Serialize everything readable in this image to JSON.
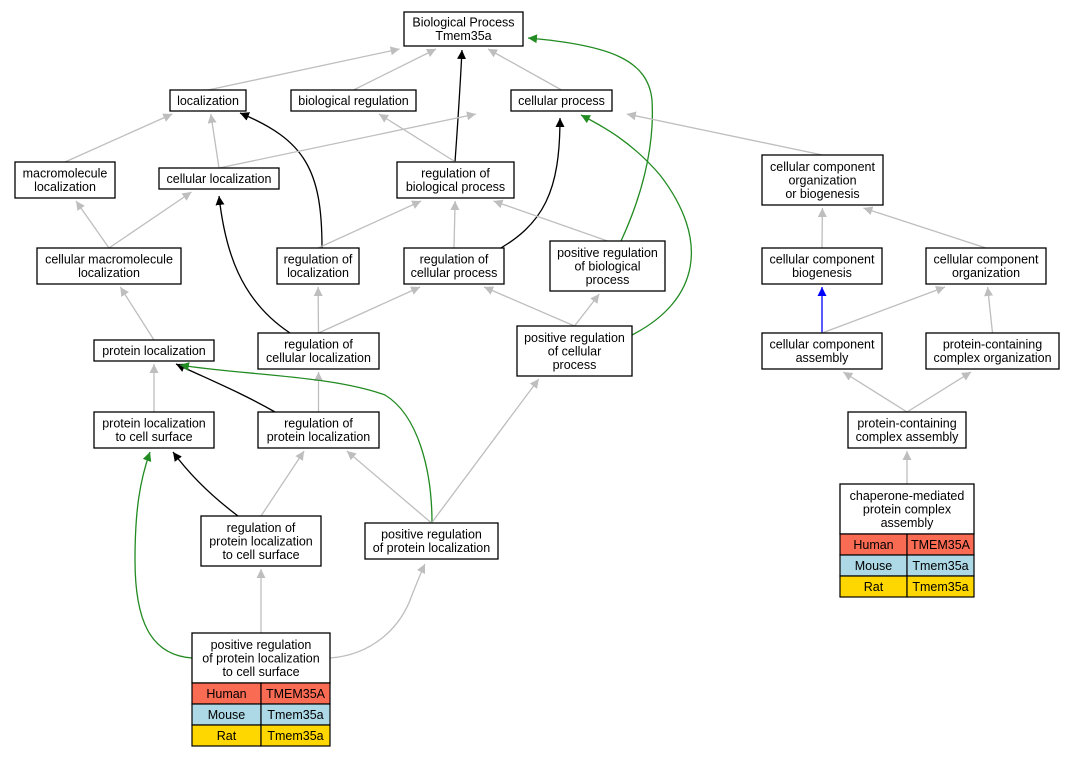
{
  "colors": {
    "edge_is_a": "#bebebe",
    "edge_regulates": "#000000",
    "edge_positively_regulates": "#228b22",
    "edge_part_of": "#0000ff",
    "human": "#fa6b54",
    "mouse": "#add8e6",
    "rat": "#ffd700"
  },
  "nodes": {
    "root": [
      "Biological Process",
      "Tmem35a"
    ],
    "localization": [
      "localization"
    ],
    "biological_regulation": [
      "biological regulation"
    ],
    "cellular_process": [
      "cellular process"
    ],
    "macromolecule_localization": [
      "macromolecule",
      "localization"
    ],
    "cellular_localization": [
      "cellular localization"
    ],
    "regulation_of_biological_process": [
      "regulation of",
      "biological process"
    ],
    "cellular_component_org_or_biogenesis": [
      "cellular component",
      "organization",
      "or biogenesis"
    ],
    "cellular_macromolecule_localization": [
      "cellular macromolecule",
      "localization"
    ],
    "regulation_of_localization": [
      "regulation of",
      "localization"
    ],
    "regulation_of_cellular_process": [
      "regulation of",
      "cellular process"
    ],
    "positive_regulation_of_biological_process": [
      "positive regulation",
      "of biological",
      "process"
    ],
    "cellular_component_biogenesis": [
      "cellular component",
      "biogenesis"
    ],
    "cellular_component_organization": [
      "cellular component",
      "organization"
    ],
    "protein_localization": [
      "protein localization"
    ],
    "regulation_of_cellular_localization": [
      "regulation of",
      "cellular localization"
    ],
    "positive_regulation_of_cellular_process": [
      "positive regulation",
      "of cellular",
      "process"
    ],
    "cellular_component_assembly": [
      "cellular component",
      "assembly"
    ],
    "protein_containing_complex_organization": [
      "protein-containing",
      "complex organization"
    ],
    "protein_localization_to_cell_surface": [
      "protein localization",
      "to cell surface"
    ],
    "regulation_of_protein_localization": [
      "regulation of",
      "protein localization"
    ],
    "protein_containing_complex_assembly": [
      "protein-containing",
      "complex assembly"
    ],
    "regulation_of_protein_localization_to_cell_surface": [
      "regulation of",
      "protein localization",
      "to cell surface"
    ],
    "positive_regulation_of_protein_localization": [
      "positive regulation",
      "of protein localization"
    ],
    "positive_regulation_of_protein_localization_to_cell_surface": [
      "positive regulation",
      "of protein localization",
      "to cell surface"
    ],
    "chaperone_mediated_protein_complex_assembly": [
      "chaperone-mediated",
      "protein complex",
      "assembly"
    ]
  },
  "gene_tables": {
    "positive_regulation_of_protein_localization_to_cell_surface": [
      {
        "species": "Human",
        "gene": "TMEM35A"
      },
      {
        "species": "Mouse",
        "gene": "Tmem35a"
      },
      {
        "species": "Rat",
        "gene": "Tmem35a"
      }
    ],
    "chaperone_mediated_protein_complex_assembly": [
      {
        "species": "Human",
        "gene": "TMEM35A"
      },
      {
        "species": "Mouse",
        "gene": "Tmem35a"
      },
      {
        "species": "Rat",
        "gene": "Tmem35a"
      }
    ]
  },
  "edges": [
    {
      "from": "localization",
      "to": "root",
      "type": "is_a"
    },
    {
      "from": "biological_regulation",
      "to": "root",
      "type": "is_a"
    },
    {
      "from": "cellular_process",
      "to": "root",
      "type": "is_a"
    },
    {
      "from": "regulation_of_biological_process",
      "to": "root",
      "type": "regulates"
    },
    {
      "from": "positive_regulation_of_biological_process",
      "to": "root",
      "type": "positively_regulates"
    },
    {
      "from": "macromolecule_localization",
      "to": "localization",
      "type": "is_a"
    },
    {
      "from": "cellular_localization",
      "to": "localization",
      "type": "is_a"
    },
    {
      "from": "regulation_of_localization",
      "to": "localization",
      "type": "regulates"
    },
    {
      "from": "regulation_of_biological_process",
      "to": "biological_regulation",
      "type": "is_a"
    },
    {
      "from": "cellular_localization",
      "to": "cellular_process",
      "type": "is_a"
    },
    {
      "from": "regulation_of_cellular_process",
      "to": "cellular_process",
      "type": "regulates"
    },
    {
      "from": "positive_regulation_of_cellular_process",
      "to": "cellular_process",
      "type": "positively_regulates"
    },
    {
      "from": "cellular_component_org_or_biogenesis",
      "to": "cellular_process",
      "type": "is_a"
    },
    {
      "from": "cellular_macromolecule_localization",
      "to": "macromolecule_localization",
      "type": "is_a"
    },
    {
      "from": "cellular_macromolecule_localization",
      "to": "cellular_localization",
      "type": "is_a"
    },
    {
      "from": "regulation_of_localization",
      "to": "regulation_of_biological_process",
      "type": "is_a"
    },
    {
      "from": "regulation_of_cellular_process",
      "to": "regulation_of_biological_process",
      "type": "is_a"
    },
    {
      "from": "positive_regulation_of_biological_process",
      "to": "regulation_of_biological_process",
      "type": "is_a"
    },
    {
      "from": "cellular_component_biogenesis",
      "to": "cellular_component_org_or_biogenesis",
      "type": "is_a"
    },
    {
      "from": "cellular_component_organization",
      "to": "cellular_component_org_or_biogenesis",
      "type": "is_a"
    },
    {
      "from": "protein_localization",
      "to": "cellular_macromolecule_localization",
      "type": "is_a"
    },
    {
      "from": "regulation_of_cellular_localization",
      "to": "cellular_localization",
      "type": "regulates"
    },
    {
      "from": "regulation_of_cellular_localization",
      "to": "regulation_of_localization",
      "type": "is_a"
    },
    {
      "from": "regulation_of_cellular_localization",
      "to": "regulation_of_cellular_process",
      "type": "is_a"
    },
    {
      "from": "positive_regulation_of_cellular_process",
      "to": "regulation_of_cellular_process",
      "type": "is_a"
    },
    {
      "from": "positive_regulation_of_cellular_process",
      "to": "positive_regulation_of_biological_process",
      "type": "is_a"
    },
    {
      "from": "cellular_component_assembly",
      "to": "cellular_component_biogenesis",
      "type": "part_of"
    },
    {
      "from": "cellular_component_assembly",
      "to": "cellular_component_organization",
      "type": "is_a"
    },
    {
      "from": "protein_containing_complex_organization",
      "to": "cellular_component_organization",
      "type": "is_a"
    },
    {
      "from": "protein_localization_to_cell_surface",
      "to": "protein_localization",
      "type": "is_a"
    },
    {
      "from": "regulation_of_protein_localization",
      "to": "protein_localization",
      "type": "regulates"
    },
    {
      "from": "regulation_of_protein_localization",
      "to": "regulation_of_cellular_localization",
      "type": "is_a"
    },
    {
      "from": "positive_regulation_of_protein_localization",
      "to": "protein_localization",
      "type": "positively_regulates"
    },
    {
      "from": "positive_regulation_of_protein_localization",
      "to": "regulation_of_protein_localization",
      "type": "is_a"
    },
    {
      "from": "positive_regulation_of_protein_localization",
      "to": "positive_regulation_of_cellular_process",
      "type": "is_a"
    },
    {
      "from": "protein_containing_complex_assembly",
      "to": "cellular_component_assembly",
      "type": "is_a"
    },
    {
      "from": "protein_containing_complex_assembly",
      "to": "protein_containing_complex_organization",
      "type": "is_a"
    },
    {
      "from": "regulation_of_protein_localization_to_cell_surface",
      "to": "protein_localization_to_cell_surface",
      "type": "regulates"
    },
    {
      "from": "regulation_of_protein_localization_to_cell_surface",
      "to": "regulation_of_protein_localization",
      "type": "is_a"
    },
    {
      "from": "positive_regulation_of_protein_localization_to_cell_surface",
      "to": "protein_localization_to_cell_surface",
      "type": "positively_regulates"
    },
    {
      "from": "positive_regulation_of_protein_localization_to_cell_surface",
      "to": "regulation_of_protein_localization_to_cell_surface",
      "type": "is_a"
    },
    {
      "from": "positive_regulation_of_protein_localization_to_cell_surface",
      "to": "positive_regulation_of_protein_localization",
      "type": "is_a"
    },
    {
      "from": "chaperone_mediated_protein_complex_assembly",
      "to": "protein_containing_complex_assembly",
      "type": "is_a"
    }
  ]
}
